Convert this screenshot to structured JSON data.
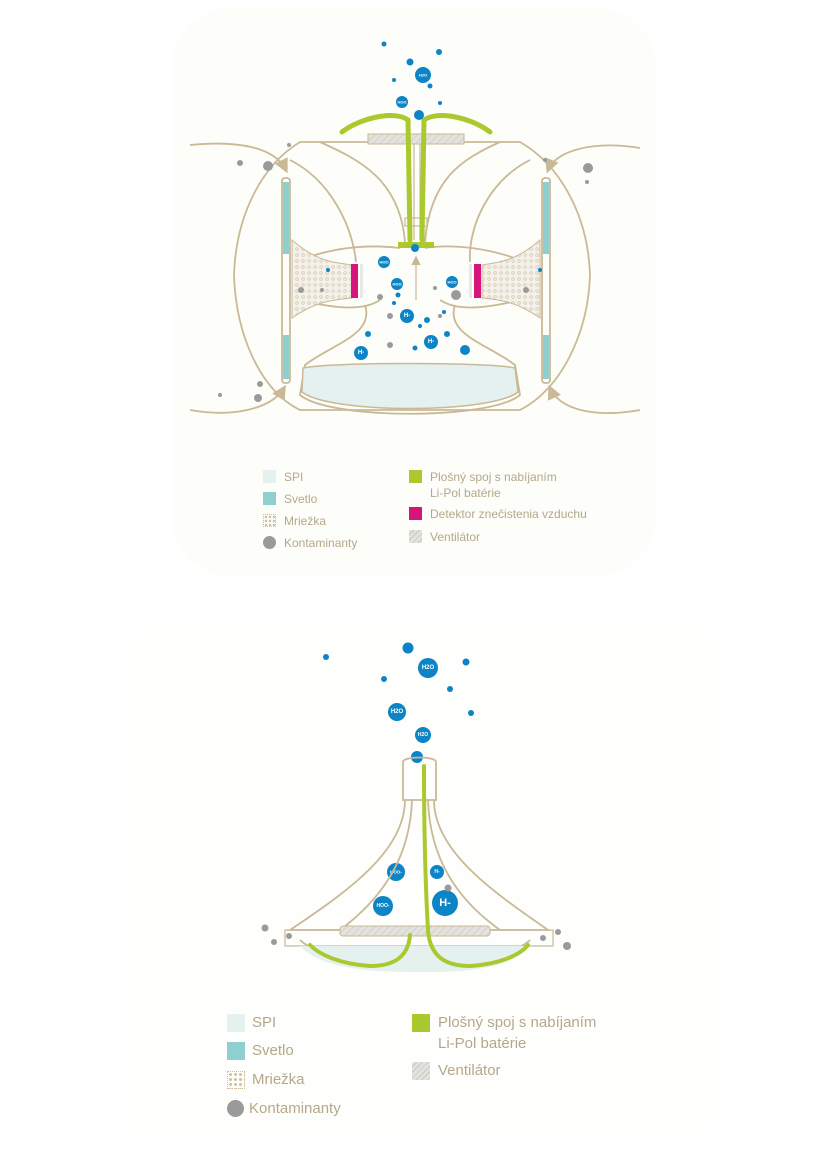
{
  "legend_top": {
    "spi": "SPI",
    "light": "Svetlo",
    "mesh": "Mriežka",
    "contaminants": "Kontaminanty",
    "pcb_line1": "Plošný spoj s nabíjaním",
    "pcb_line2": "Li-Pol batérie",
    "detector": "Detektor znečistenia vzduchu",
    "fan": "Ventilátor"
  },
  "legend_bottom": {
    "spi": "SPI",
    "light": "Svetlo",
    "mesh": "Mriežka",
    "contaminants": "Kontaminanty",
    "pcb_line1": "Plošný spoj s nabíjaním",
    "pcb_line2": "Li-Pol batérie",
    "fan": "Ventilátor"
  },
  "ions_top": {
    "h2o_a": "H2O",
    "h2o_b": "HOO",
    "h2o_c": "H2O",
    "hoo_left": "HOO",
    "hoo_mid": "HOO",
    "hoo_right": "HOO",
    "h_center": "H-",
    "h_left": "H-",
    "h_right": "H-"
  },
  "ions_bottom": {
    "h2o_top": "H2O",
    "h2o_mid": "H2O",
    "h2o_low": "H2O",
    "hoo_a": "HOO-",
    "hoo_b": "HOO-",
    "h_small": "H-",
    "h_big": "H-"
  },
  "colors": {
    "outline": "#c9b996",
    "spi": "#e4f1ef",
    "light": "#8ecfcf",
    "pcb": "#a9c92e",
    "detector": "#d7147a",
    "ion": "#0d84c6",
    "contaminant": "#9a9a9a",
    "fan": "#dcdcd8",
    "legend_text": "#b5a88a"
  }
}
